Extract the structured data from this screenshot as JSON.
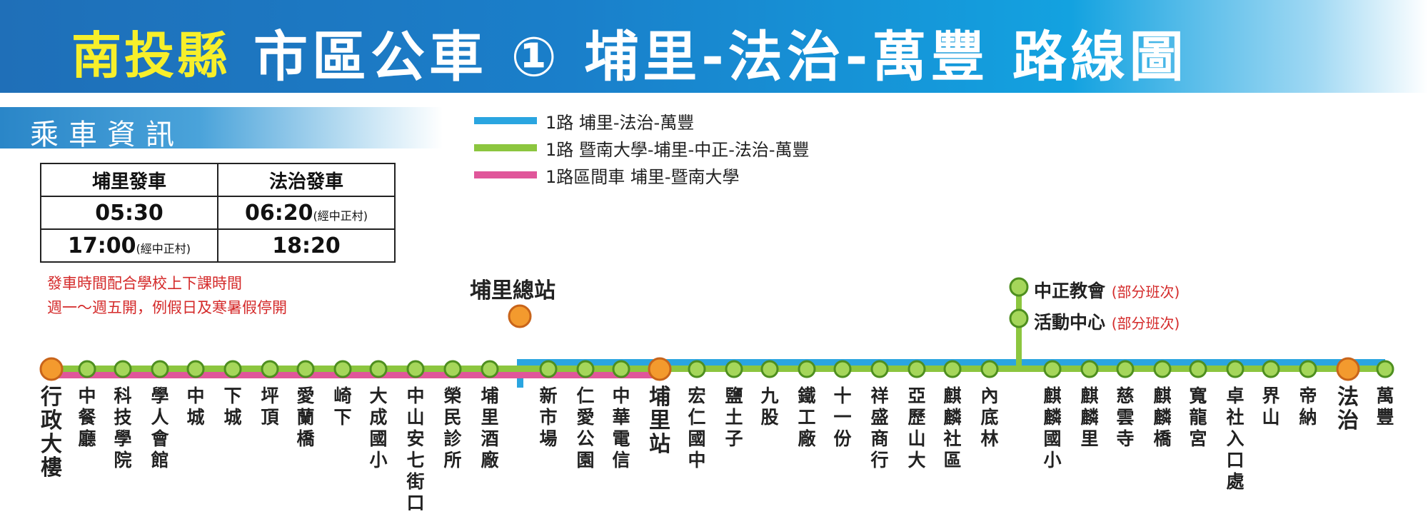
{
  "header": {
    "county": "南投縣",
    "title": "市區公車 ① 埔里-法治-萬豐 路線圖"
  },
  "info": {
    "heading": "乘車資訊",
    "table": {
      "col1": "埔里發車",
      "col2": "法治發車",
      "r1c1": "05:30",
      "r1c2": "06:20",
      "r1c2_note": "(經中正村)",
      "r2c1": "17:00",
      "r2c1_note": "(經中正村)",
      "r2c2": "18:20"
    },
    "notes": [
      "發車時間配合學校上下課時間",
      "週一～週五開，例假日及寒暑假停開"
    ]
  },
  "legend": [
    {
      "color": "#2aa5e0",
      "label": "1路 埔里-法治-萬豐"
    },
    {
      "color": "#8cc63f",
      "label": "1路 暨南大學-埔里-中正-法治-萬豐"
    },
    {
      "color": "#e0569a",
      "label": "1路區間車 埔里-暨南大學"
    }
  ],
  "colors": {
    "blue": "#2aa5e0",
    "green": "#8cc63f",
    "pink": "#e0569a",
    "stop_fill": "#a5d65a",
    "stop_stroke": "#4e8f1f",
    "major_fill": "#f39a2e",
    "major_stroke": "#c8641a"
  },
  "terminal": {
    "name": "埔里總站"
  },
  "branch": [
    {
      "name": "中正教會",
      "note": "(部分班次)"
    },
    {
      "name": "活動中心",
      "note": "(部分班次)"
    }
  ],
  "stations": [
    {
      "name": "行政大樓",
      "major": true
    },
    {
      "name": "中餐廳"
    },
    {
      "name": "科技學院"
    },
    {
      "name": "學人會館"
    },
    {
      "name": "中城"
    },
    {
      "name": "下城"
    },
    {
      "name": "坪頂"
    },
    {
      "name": "愛蘭橋"
    },
    {
      "name": "崎下"
    },
    {
      "name": "大成國小"
    },
    {
      "name": "中山安七街口"
    },
    {
      "name": "榮民診所"
    },
    {
      "name": "埔里酒廠"
    },
    {
      "name": "新市場"
    },
    {
      "name": "仁愛公園"
    },
    {
      "name": "中華電信"
    },
    {
      "name": "埔里站",
      "major": true
    },
    {
      "name": "宏仁國中"
    },
    {
      "name": "鹽土子"
    },
    {
      "name": "九股"
    },
    {
      "name": "鐵工廠"
    },
    {
      "name": "十一份"
    },
    {
      "name": "祥盛商行"
    },
    {
      "name": "亞歷山大"
    },
    {
      "name": "麒麟社區"
    },
    {
      "name": "內底林"
    },
    {
      "name": "麒麟國小"
    },
    {
      "name": "麒麟里"
    },
    {
      "name": "慈雲寺"
    },
    {
      "name": "麒麟橋"
    },
    {
      "name": "寬龍宮"
    },
    {
      "name": "卓社入口處"
    },
    {
      "name": "界山"
    },
    {
      "name": "帝納"
    },
    {
      "name": "法治",
      "major": true
    },
    {
      "name": "萬豐"
    }
  ]
}
